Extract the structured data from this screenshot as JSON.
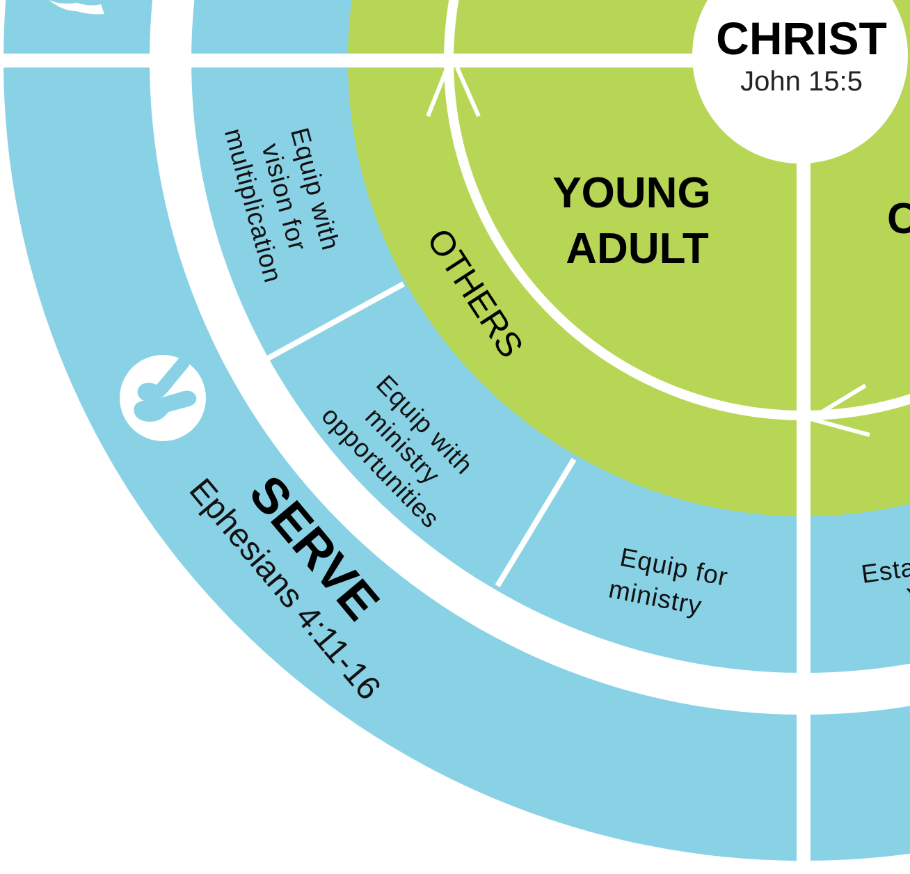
{
  "colors": {
    "blue": "#89d2e6",
    "green": "#b8d655",
    "white": "#ffffff",
    "text": "#000000"
  },
  "center": {
    "title": "CHRIST",
    "reference": "John 15:5"
  },
  "inner": {
    "stage_line1": "YOUNG",
    "stage_line2": "ADULT",
    "ring_label": "OTHERS",
    "partial_right": "C"
  },
  "middle_segments": [
    {
      "lines": [
        "Equip with",
        "vision for",
        "multiplication"
      ]
    },
    {
      "lines": [
        "Equip with",
        "ministry",
        "opportunities"
      ]
    },
    {
      "lines": [
        "Equip for",
        "ministry"
      ]
    },
    {
      "lines": [
        "Esta",
        "Y"
      ]
    }
  ],
  "outer": {
    "title": "SERVE",
    "reference": "Ephesians 4:11-16",
    "icon": "hands-icon"
  }
}
